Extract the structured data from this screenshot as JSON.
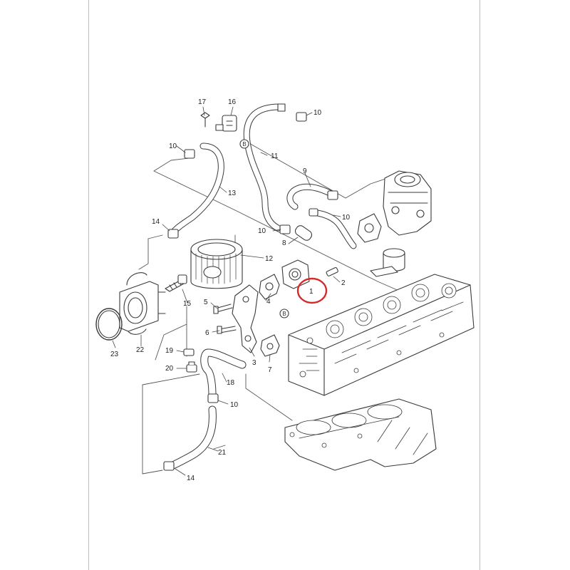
{
  "diagram": {
    "callouts": {
      "c1": "1",
      "c2": "2",
      "c3": "3",
      "c4": "4",
      "c5": "5",
      "c6": "6",
      "c7": "7",
      "c8": "8",
      "c9": "9",
      "c10a": "10",
      "c10b": "10",
      "c10c": "10",
      "c10d": "10",
      "c10e": "10",
      "c11": "11",
      "c12": "12",
      "c13": "13",
      "c14a": "14",
      "c14b": "14",
      "c15": "15",
      "c16": "16",
      "c17": "17",
      "c18": "18",
      "c19": "19",
      "c20": "20",
      "c21": "21",
      "c22": "22",
      "c23": "23"
    },
    "ref_markers": {
      "b1": "B",
      "b2": "B"
    },
    "highlight_color": "#d42a2a"
  }
}
